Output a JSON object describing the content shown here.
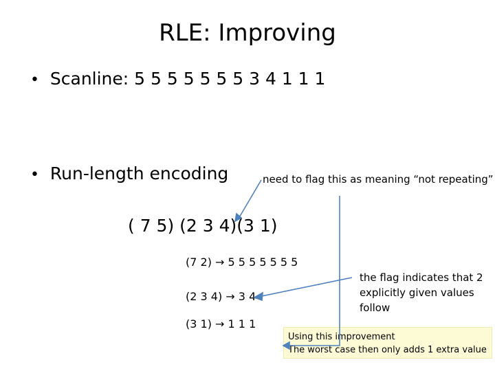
{
  "slide": {
    "title": "RLE: Improving",
    "bullet_glyph": "•",
    "bullet1": "Scanline: 5 5 5 5 5 5 5 3 4 1 1 1",
    "bullet2": "Run-length encoding",
    "note_top": "need to flag this as meaning “not repeating”",
    "encoding": "( 7  5) (2 3 4)(3 1)",
    "rows": [
      {
        "code": "(7 2)",
        "result": "5 5 5 5 5 5 5"
      },
      {
        "code": "(2 3 4)",
        "result": "3 4"
      },
      {
        "code": "(3 1)",
        "result": "1 1 1"
      }
    ],
    "arrow_glyph": "→",
    "flag_note": "the flag indicates that 2 explicitly given values follow",
    "callout": {
      "line1": "Using this improvement",
      "line2": "The worst case then only adds 1 extra value"
    },
    "colors": {
      "connector": "#4f81bd",
      "callout_bg": "#fdfbd6"
    }
  }
}
